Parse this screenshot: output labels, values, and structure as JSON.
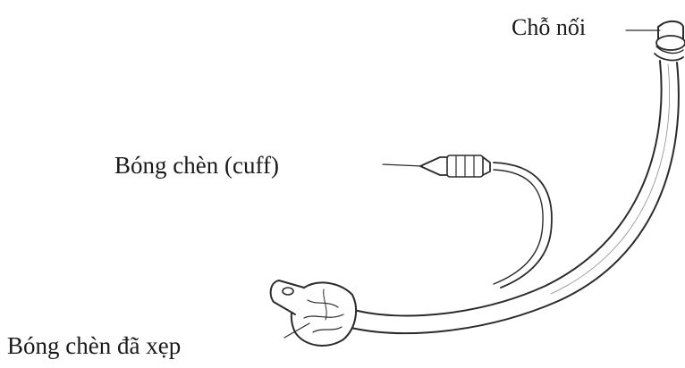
{
  "labels": {
    "connector": "Chỗ nối",
    "cuff": "Bóng chèn (cuff)",
    "deflated_cuff": "Bóng chèn đã xẹp"
  },
  "colors": {
    "line": "#2b2b2b",
    "background": "#ffffff"
  }
}
